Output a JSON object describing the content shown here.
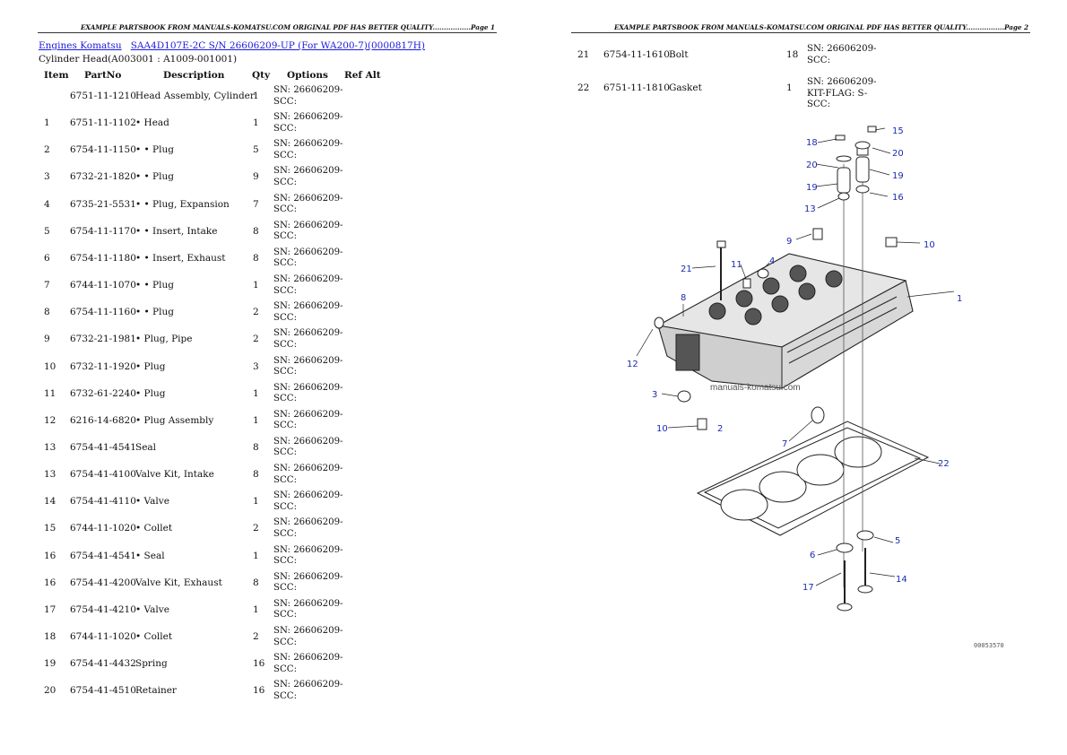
{
  "page1": {
    "header": "EXAMPLE PARTSBOOK FROM MANUALS-KOMATSU.COM ORIGINAL PDF HAS BETTER QUALITY.................Page 1",
    "breadcrumb": {
      "link1": "Engines Komatsu",
      "link2": "SAA4D107E-2C S/N 26606209-UP (For WA200-7)(0000817H)"
    },
    "subtitle": "Cylinder Head(A003001 : A1009-001001)",
    "columns": [
      "Item",
      "PartNo",
      "Description",
      "Qty",
      "Options",
      "Ref Alt"
    ],
    "rows": [
      {
        "item": "",
        "partno": "6751-11-1210",
        "desc": "Head Assembly, Cylinder",
        "qty": "1",
        "options": "SN: 26606209-SCC:"
      },
      {
        "item": "1",
        "partno": "6751-11-1102",
        "desc": "• Head",
        "qty": "1",
        "options": "SN: 26606209-SCC:"
      },
      {
        "item": "2",
        "partno": "6754-11-1150",
        "desc": "• • Plug",
        "qty": "5",
        "options": "SN: 26606209-SCC:"
      },
      {
        "item": "3",
        "partno": "6732-21-1820",
        "desc": "• • Plug",
        "qty": "9",
        "options": "SN: 26606209-SCC:"
      },
      {
        "item": "4",
        "partno": "6735-21-5531",
        "desc": "• • Plug, Expansion",
        "qty": "7",
        "options": "SN: 26606209-SCC:"
      },
      {
        "item": "5",
        "partno": "6754-11-1170",
        "desc": "• • Insert, Intake",
        "qty": "8",
        "options": "SN: 26606209-SCC:"
      },
      {
        "item": "6",
        "partno": "6754-11-1180",
        "desc": "• • Insert, Exhaust",
        "qty": "8",
        "options": "SN: 26606209-SCC:"
      },
      {
        "item": "7",
        "partno": "6744-11-1070",
        "desc": "• • Plug",
        "qty": "1",
        "options": "SN: 26606209-SCC:"
      },
      {
        "item": "8",
        "partno": "6754-11-1160",
        "desc": "• • Plug",
        "qty": "2",
        "options": "SN: 26606209-SCC:"
      },
      {
        "item": "9",
        "partno": "6732-21-1981",
        "desc": "• Plug, Pipe",
        "qty": "2",
        "options": "SN: 26606209-SCC:"
      },
      {
        "item": "10",
        "partno": "6732-11-1920",
        "desc": "• Plug",
        "qty": "3",
        "options": "SN: 26606209-SCC:"
      },
      {
        "item": "11",
        "partno": "6732-61-2240",
        "desc": "• Plug",
        "qty": "1",
        "options": "SN: 26606209-SCC:"
      },
      {
        "item": "12",
        "partno": "6216-14-6820",
        "desc": "• Plug Assembly",
        "qty": "1",
        "options": "SN: 26606209-SCC:"
      },
      {
        "item": "13",
        "partno": "6754-41-4541",
        "desc": "Seal",
        "qty": "8",
        "options": "SN: 26606209-SCC:"
      },
      {
        "item": "13",
        "partno": "6754-41-4100",
        "desc": "Valve Kit, Intake",
        "qty": "8",
        "options": "SN: 26606209-SCC:"
      },
      {
        "item": "14",
        "partno": "6754-41-4110",
        "desc": "• Valve",
        "qty": "1",
        "options": "SN: 26606209-SCC:"
      },
      {
        "item": "15",
        "partno": "6744-11-1020",
        "desc": "• Collet",
        "qty": "2",
        "options": "SN: 26606209-SCC:"
      },
      {
        "item": "16",
        "partno": "6754-41-4541",
        "desc": "• Seal",
        "qty": "1",
        "options": "SN: 26606209-SCC:"
      },
      {
        "item": "16",
        "partno": "6754-41-4200",
        "desc": "Valve Kit, Exhaust",
        "qty": "8",
        "options": "SN: 26606209-SCC:"
      },
      {
        "item": "17",
        "partno": "6754-41-4210",
        "desc": "• Valve",
        "qty": "1",
        "options": "SN: 26606209-SCC:"
      },
      {
        "item": "18",
        "partno": "6744-11-1020",
        "desc": "• Collet",
        "qty": "2",
        "options": "SN: 26606209-SCC:"
      },
      {
        "item": "19",
        "partno": "6754-41-4432",
        "desc": "Spring",
        "qty": "16",
        "options": "SN: 26606209-SCC:"
      },
      {
        "item": "20",
        "partno": "6754-41-4510",
        "desc": "Retainer",
        "qty": "16",
        "options": "SN: 26606209-SCC:"
      }
    ]
  },
  "page2": {
    "header": "EXAMPLE PARTSBOOK FROM MANUALS-KOMATSU.COM ORIGINAL PDF HAS BETTER QUALITY.................Page 2",
    "rows": [
      {
        "item": "21",
        "partno": "6754-11-1610",
        "desc": "Bolt",
        "qty": "18",
        "options": "SN: 26606209-SCC:"
      },
      {
        "item": "22",
        "partno": "6751-11-1810",
        "desc": "Gasket",
        "qty": "1",
        "options": "SN: 26606209-KIT-FLAG: S-SCC:"
      }
    ]
  },
  "diagram": {
    "watermark": "manuals-komatsu.com",
    "figure_number": "00053570",
    "callouts": [
      "15",
      "18",
      "20",
      "20",
      "19",
      "19",
      "13",
      "16",
      "9",
      "10",
      "21",
      "11",
      "4",
      "1",
      "8",
      "12",
      "3",
      "10",
      "2",
      "7",
      "22",
      "6",
      "5",
      "17",
      "14"
    ]
  }
}
